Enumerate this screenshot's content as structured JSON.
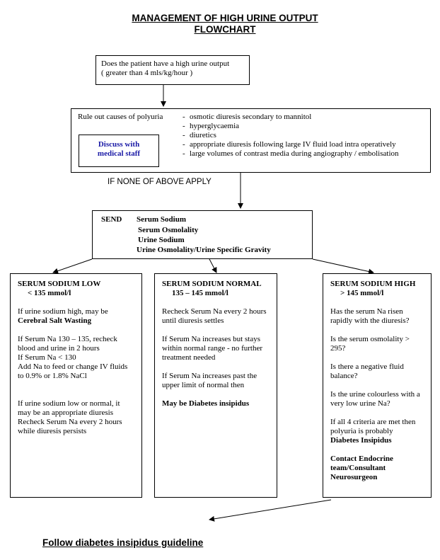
{
  "title": {
    "line1": "MANAGEMENT OF HIGH URINE OUTPUT",
    "line2": "FLOWCHART"
  },
  "question": {
    "line1": "Does the patient have a high urine output",
    "line2": "( greater than 4 mls/kg/hour )"
  },
  "rule_out": {
    "label": "Rule out causes of  polyuria",
    "discuss_line1": "Discuss with",
    "discuss_line2": "medical staff",
    "causes": [
      "osmotic diuresis secondary to mannitol",
      "hyperglycaemia",
      "diuretics",
      "appropriate diuresis following large IV fluid load intra operatively",
      "large volumes of contrast media during angiography / embolisation"
    ]
  },
  "if_none": "IF NONE OF ABOVE APPLY",
  "send": {
    "label": "SEND",
    "tests": [
      "Serum Sodium",
      "Serum Osmolality",
      "Urine Sodium",
      "Urine Osmolality/Urine Specific Gravity"
    ]
  },
  "low": {
    "heading": "SERUM SODIUM LOW",
    "range": "< 135 mmol/l",
    "p1_text": "If urine sodium high,  may be",
    "p1_bold": "Cerebral Salt Wasting",
    "p2": "If Serum Na 130 – 135, recheck  blood and urine in 2 hours",
    "p3": "If Serum Na < 130",
    "p4": "Add Na to feed or change IV fluids to 0.9% or 1.8% NaCl",
    "p5": "If urine sodium low or normal, it may be an appropriate diuresis",
    "p6": "Recheck Serum Na every 2 hours while diuresis persists"
  },
  "normal": {
    "heading": "SERUM SODIUM NORMAL",
    "range": "135 – 145 mmol/l",
    "p1": "Recheck Serum Na every 2 hours until diuresis settles",
    "p2": "If Serum Na increases but stays within normal range -  no further treatment needed",
    "p3": "If Serum  Na increases past the upper limit of normal  then",
    "p4": "May be Diabetes insipidus"
  },
  "high": {
    "heading": "SERUM SODIUM HIGH",
    "range": "> 145 mmol/l",
    "q1": "Has the serum Na risen rapidly with the diuresis?",
    "q2": "Is the serum osmolality > 295?",
    "q3": "Is there a negative fluid balance?",
    "q4": "Is the urine colourless with a very low urine Na?",
    "p5": "If all 4 criteria are met then polyuria is probably",
    "p5_bold": "Diabetes Insipidus",
    "p6": "Contact Endocrine team/Consultant Neurosurgeon"
  },
  "footer": "Follow diabetes insipidus guideline",
  "colors": {
    "discuss_text": "#1a1aa6",
    "line": "#000000"
  }
}
